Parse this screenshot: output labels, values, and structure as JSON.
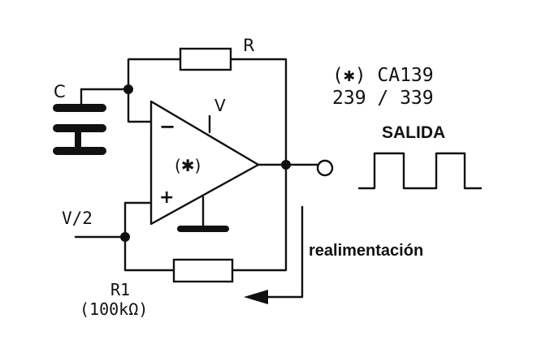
{
  "labels": {
    "resistor_r": "R",
    "capacitor_c": "C",
    "supply_v": "V",
    "inverting_input": "−",
    "noninverting_input": "+",
    "opamp_mark": "(✱)",
    "half_supply": "V/2",
    "resistor_r1": "R1",
    "resistor_r1_value": "(100kΩ)",
    "chip_line1": "(✱) CA139",
    "chip_line2": "239 / 339",
    "output_title": "SALIDA",
    "feedback": "realimentación"
  }
}
